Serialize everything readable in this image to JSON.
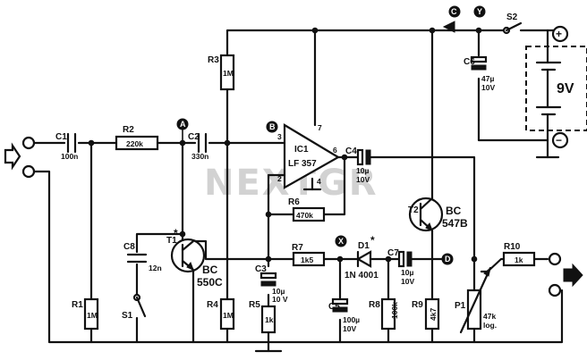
{
  "watermark": "NEXTGR",
  "nodes": {
    "a": "A",
    "b": "B",
    "x": "X",
    "d": "D",
    "c": "C",
    "y": "Y"
  },
  "components": {
    "c1": {
      "ref": "C1",
      "value": "100n"
    },
    "r2": {
      "ref": "R2",
      "value": "220k"
    },
    "c2": {
      "ref": "C2",
      "value": "330n"
    },
    "r3": {
      "ref": "R3",
      "value": "1M"
    },
    "ic1": {
      "ref": "IC1",
      "part": "LF 357",
      "pin_in_plus": "3",
      "pin_in_minus": "2",
      "pin_out": "6",
      "pin_vplus": "7",
      "pin_vminus": "4"
    },
    "c4": {
      "ref": "C4",
      "value1": "10µ",
      "value2": "10V"
    },
    "r6": {
      "ref": "R6",
      "value": "470k"
    },
    "t2": {
      "ref": "T2",
      "part1": "BC",
      "part2": "547B"
    },
    "c8": {
      "ref": "C8",
      "value": "12n"
    },
    "t1": {
      "ref": "T1",
      "mark": "*",
      "part1": "BC",
      "part2": "550C"
    },
    "r7": {
      "ref": "R7",
      "value": "1k5"
    },
    "d1": {
      "ref": "D1",
      "mark": "*",
      "part": "1N 4001"
    },
    "c7": {
      "ref": "C7",
      "value1": "10µ",
      "value2": "10V"
    },
    "r10": {
      "ref": "R10",
      "value": "1k"
    },
    "r1": {
      "ref": "R1",
      "value": "1M"
    },
    "s1": {
      "ref": "S1"
    },
    "r4": {
      "ref": "R4",
      "value": "1M"
    },
    "c3": {
      "ref": "C3",
      "value1": "10µ",
      "value2": "10 V"
    },
    "r5": {
      "ref": "R5",
      "value": "1k"
    },
    "c5": {
      "ref": "C5",
      "value1": "100µ",
      "value2": "10V"
    },
    "r8": {
      "ref": "R8",
      "value": "100k"
    },
    "r9": {
      "ref": "R9",
      "value": "4k7"
    },
    "p1": {
      "ref": "P1",
      "value1": "47k",
      "value2": "log."
    },
    "c6": {
      "ref": "C6",
      "value1": "47µ",
      "value2": "10V"
    },
    "s2": {
      "ref": "S2"
    },
    "battery": {
      "voltage": "9V",
      "plus": "+",
      "minus": "−"
    }
  }
}
